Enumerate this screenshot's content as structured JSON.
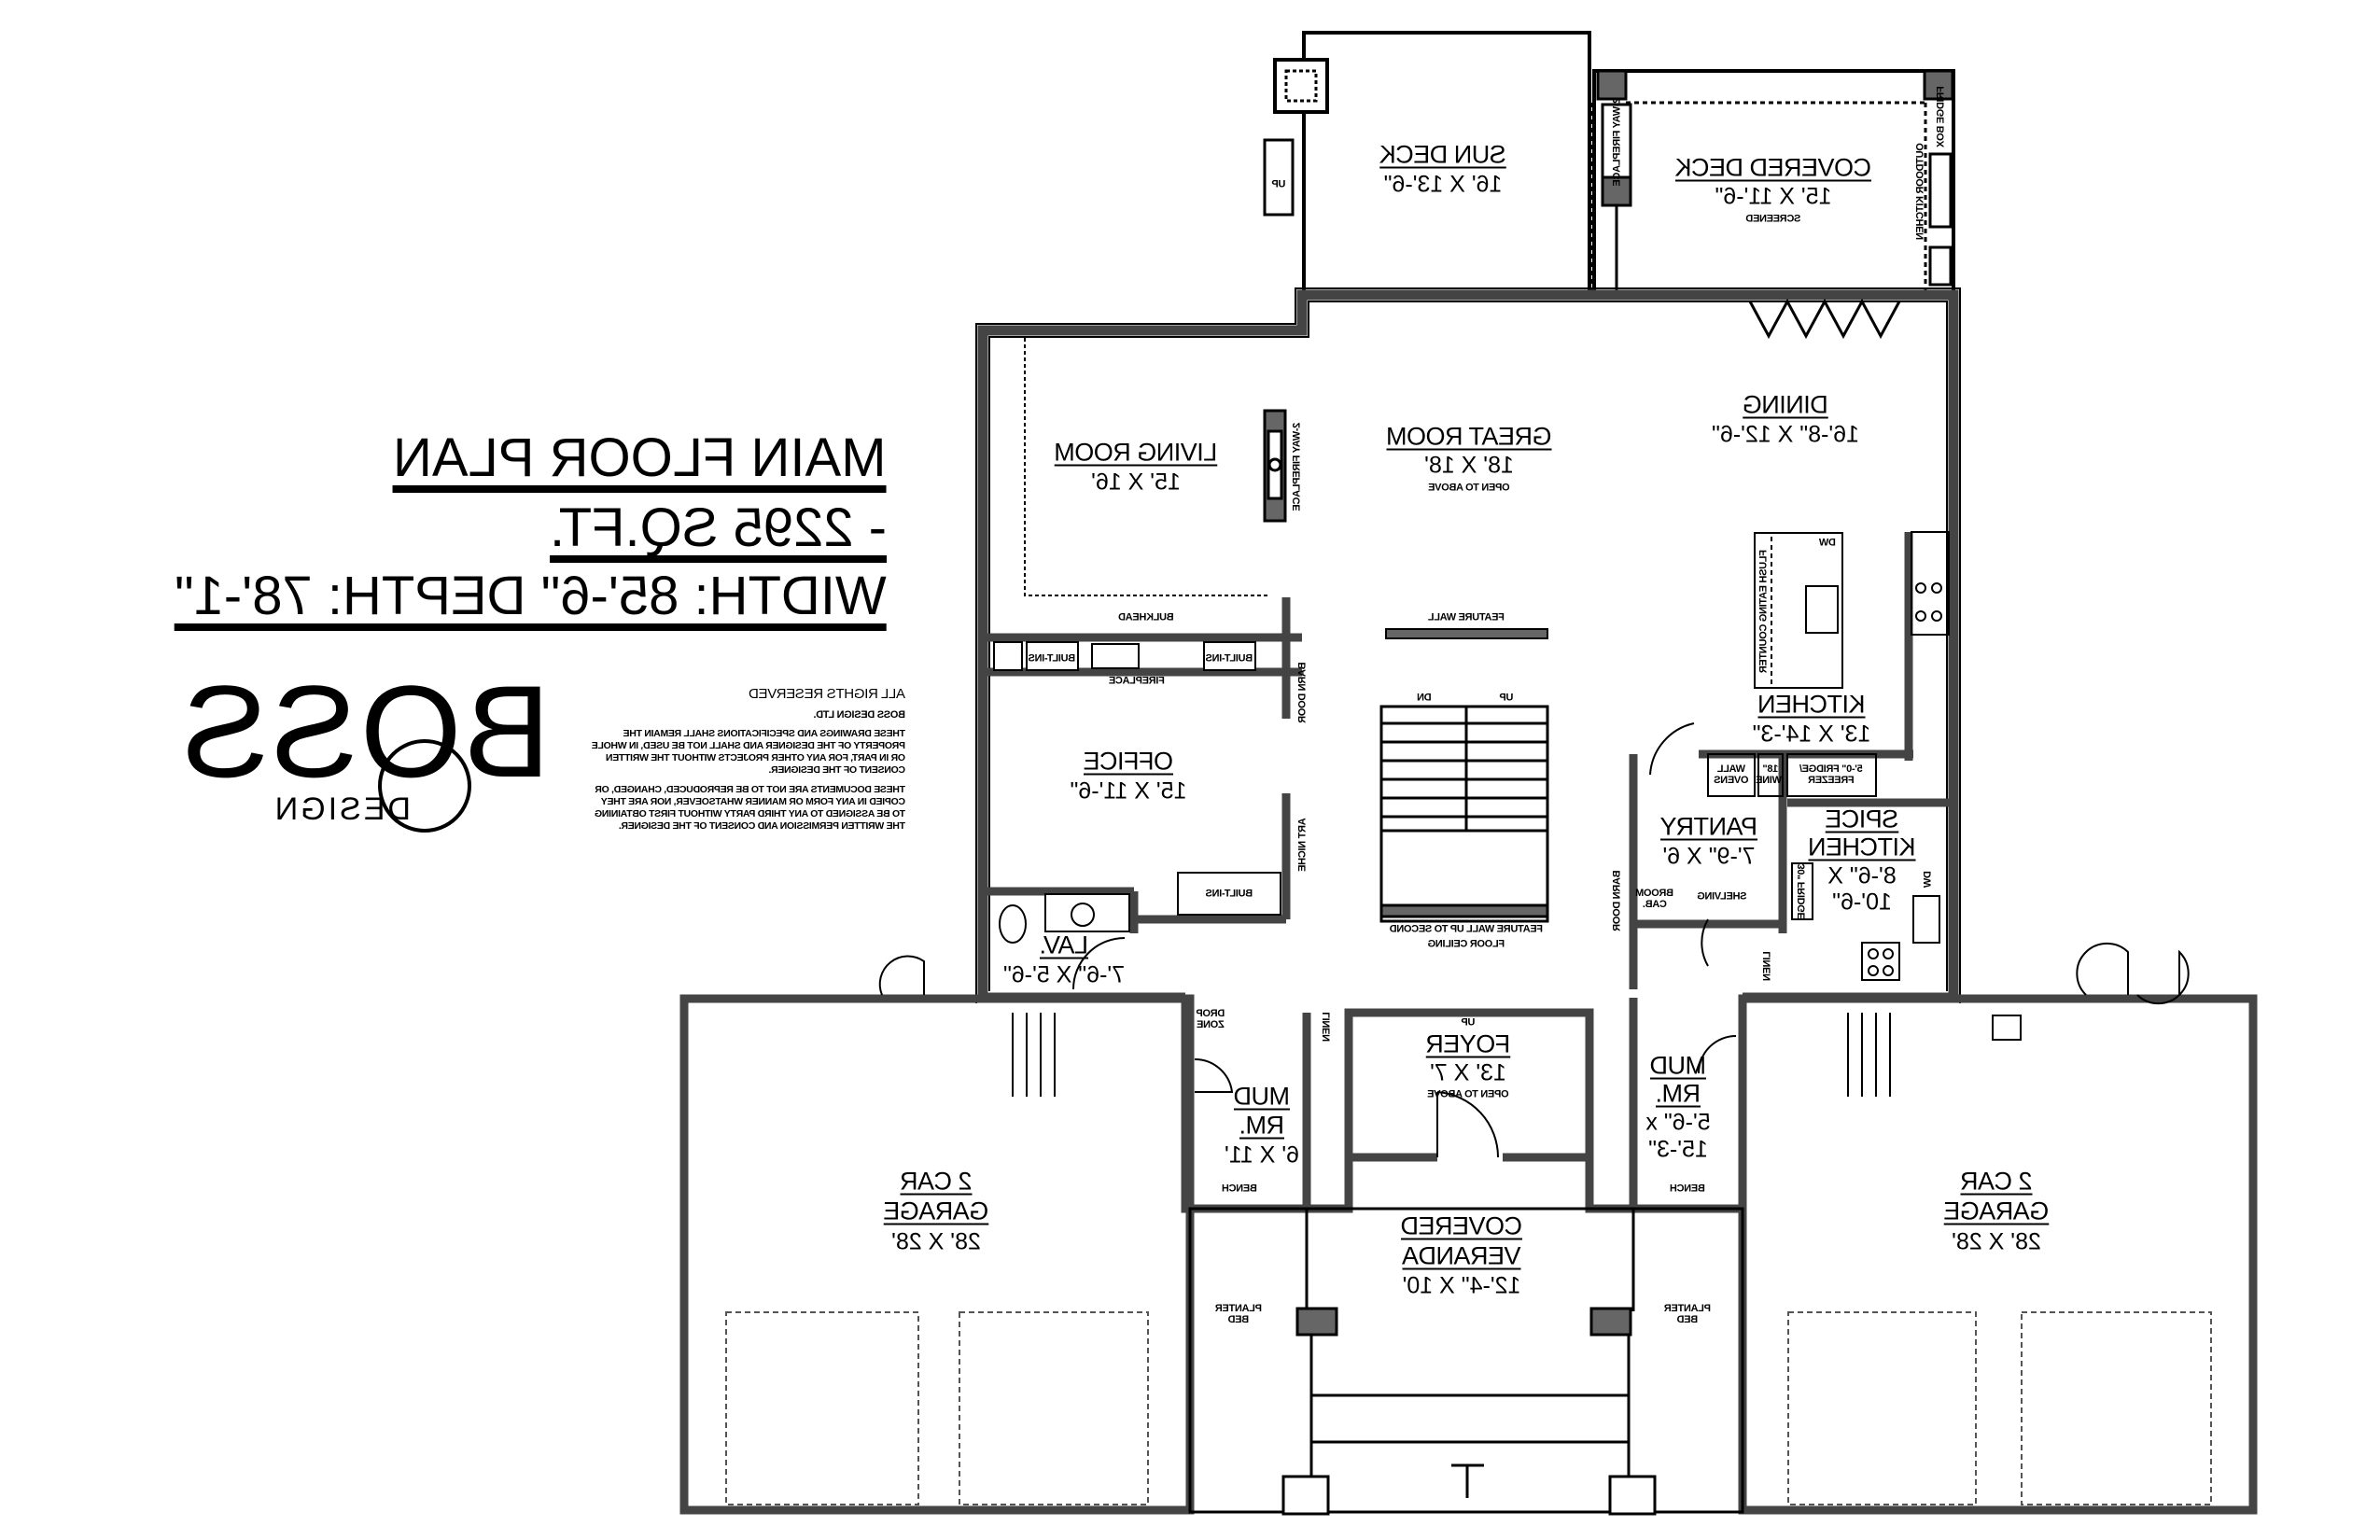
{
  "title": {
    "line1": "MAIN FLOOR PLAN",
    "line2": "- 2295 SQ.FT.",
    "line3": "WIDTH: 85'-6\" DEPTH: 78'-1\""
  },
  "logo": {
    "main": "BOSS",
    "sub": "DESIGN"
  },
  "legal": {
    "heading": "ALL RIGHTS RESERVED",
    "company": "BOSS DESIGN LTD.",
    "para1": "THESE DRAWINGS AND SPECIFICATIONS SHALL REMAIN THE PROPERTY OF THE DESIGNER AND SHALL NOT BE USED, IN WHOLE OR IN PART, FOR ANY OTHER PROJECTS WITHOUT THE WRITTEN CONSENT OF THE DESIGNER.",
    "para2": "THESE DOCUMENTS ARE NOT TO BE REPRODUCED, CHANGED, OR COPIED IN ANY FORM OR MANNER WHATSOEVER, NOR ARE THEY TO BE ASSIGNED TO ANY THIRD PARTY WITHOUT FIRST OBTAINING THE WRITTEN PERMISSION AND CONSENT OF THE DESIGNER."
  },
  "rooms": {
    "sun_deck": {
      "name": "SUN DECK",
      "dims": "16' X 13'-6\""
    },
    "covered_deck": {
      "name": "COVERED DECK",
      "dims": "15' X 11'-6\"",
      "note": "SCREENED"
    },
    "living_room": {
      "name": "LIVING ROOM",
      "dims": "15' X 16'"
    },
    "great_room": {
      "name": "GREAT ROOM",
      "dims": "18' X 18'",
      "note": "OPEN TO ABOVE"
    },
    "dining": {
      "name": "DINING",
      "dims": "16'-8\" X 12'-6\""
    },
    "kitchen": {
      "name": "KITCHEN",
      "dims": "13' X 14'-3\""
    },
    "office": {
      "name": "OFFICE",
      "dims": "15' X 11'-6\""
    },
    "pantry": {
      "name": "PANTRY",
      "dims": "7'-9\" X 6'"
    },
    "spice_kitchen": {
      "name1": "SPICE",
      "name2": "KITCHEN",
      "dims1": "8'-6\" X",
      "dims2": "10'-6\""
    },
    "lav": {
      "name": "LAV.",
      "dims": "7'-6\" X 5'-6\""
    },
    "foyer": {
      "name": "FOYER",
      "dims": "13' X 7'",
      "note": "OPEN TO ABOVE"
    },
    "mud_left": {
      "name1": "MUD",
      "name2": "RM.",
      "dims": "6' X 11'"
    },
    "mud_right": {
      "name1": "MUD",
      "name2": "RM.",
      "dims1": "5'-6\" x",
      "dims2": "15'-3\""
    },
    "garage_left": {
      "name1": "2 CAR",
      "name2": "GARAGE",
      "dims": "28' X 28'"
    },
    "garage_right": {
      "name1": "2 CAR",
      "name2": "GARAGE",
      "dims": "28' X 28'"
    },
    "veranda": {
      "name1": "COVERED",
      "name2": "VERANDA",
      "dims": "12'-4\" X 10'"
    }
  },
  "annotations": {
    "fireplace_2way_top": "2-WAY FIREPLACE",
    "fireplace_2way_living": "2-WAY FIREPLACE",
    "fridge_box": "FRIDGE BOX",
    "outdoor_kitchen": "OUTDOOR KITCHEN",
    "bulkhead": "BULKHEAD",
    "builtins_1": "BUILT-INS",
    "builtins_2": "BUILT-INS",
    "builtins_3": "BUILT-INS",
    "fireplace": "FIREPLACE",
    "barn_door_1": "BARN DOOR",
    "barn_door_2": "BARN DOOR",
    "art_niche": "ART NICHE",
    "feature_wall": "FEATURE WALL",
    "feature_wall_full": "FEATURE WALL UP TO SECOND",
    "feature_wall_full2": "FLOOR CEILING",
    "stair_up": "UP",
    "stair_dn": "DN",
    "flush_counter": "FLUSH EATING COUNTER",
    "dw": "DW",
    "dw2": "DW",
    "wall_ovens": "WALL OVENS",
    "wine": "18\" WINE",
    "fridge_freezer": "5'-0\" FRIDGE/ FREEZER",
    "fridge_30": "30\" FRIDGE",
    "broom_cab": "BROOM CAB.",
    "shelving": "SHELVING",
    "linen_1": "LINEN",
    "linen_2": "LINEN",
    "drop_zone": "DROP ZONE",
    "foyer_up": "UP",
    "bench_1": "BENCH",
    "bench_2": "BENCH",
    "planter_1": "PLANTER BED",
    "planter_2": "PLANTER BED",
    "up_deck": "UP"
  }
}
